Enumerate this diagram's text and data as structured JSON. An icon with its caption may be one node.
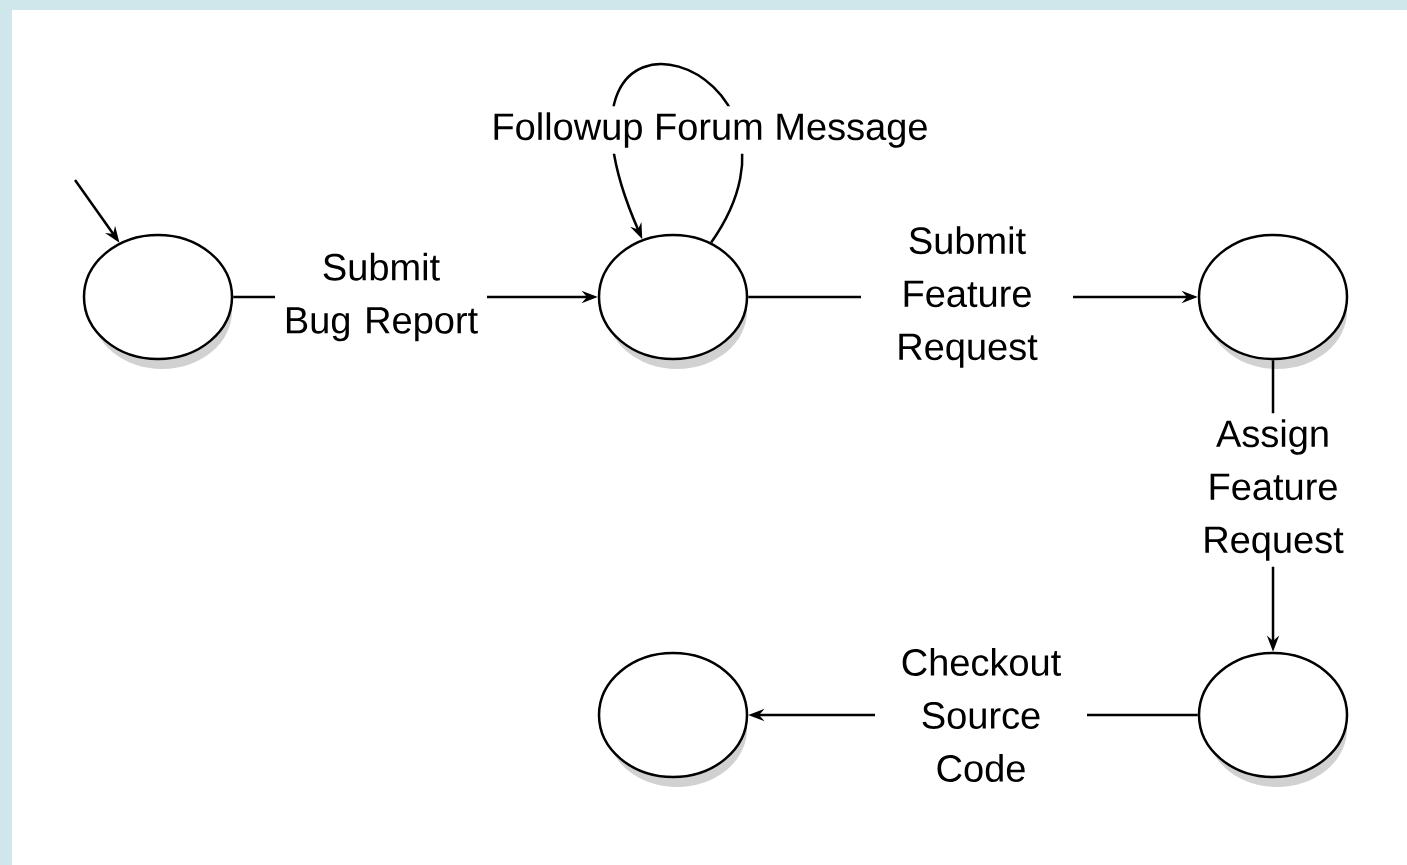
{
  "diagram": {
    "nodes": [
      {
        "text": [],
        "shape": "circle"
      },
      {
        "text": [],
        "shape": "circle"
      },
      {
        "text": [],
        "shape": "circle"
      },
      {
        "text": [],
        "shape": "circle"
      },
      {
        "text": [],
        "shape": "circle"
      }
    ],
    "edges": [
      {
        "from": null,
        "to": 0,
        "arrow": "to"
      },
      {
        "from": 0,
        "to": 1,
        "label": "Submit Bug Report",
        "arrow": "to"
      },
      {
        "from": 1,
        "to": 1,
        "label": "Followup Forum Message",
        "arrow": "to"
      },
      {
        "from": 1,
        "to": 2,
        "label": "Submit Feature Request",
        "arrow": "to"
      },
      {
        "from": 2,
        "to": 3,
        "label": "Assign Feature Request",
        "arrow": "to"
      },
      {
        "from": 3,
        "to": 4,
        "label": "Checkout Source Code",
        "arrow": "to"
      }
    ]
  }
}
